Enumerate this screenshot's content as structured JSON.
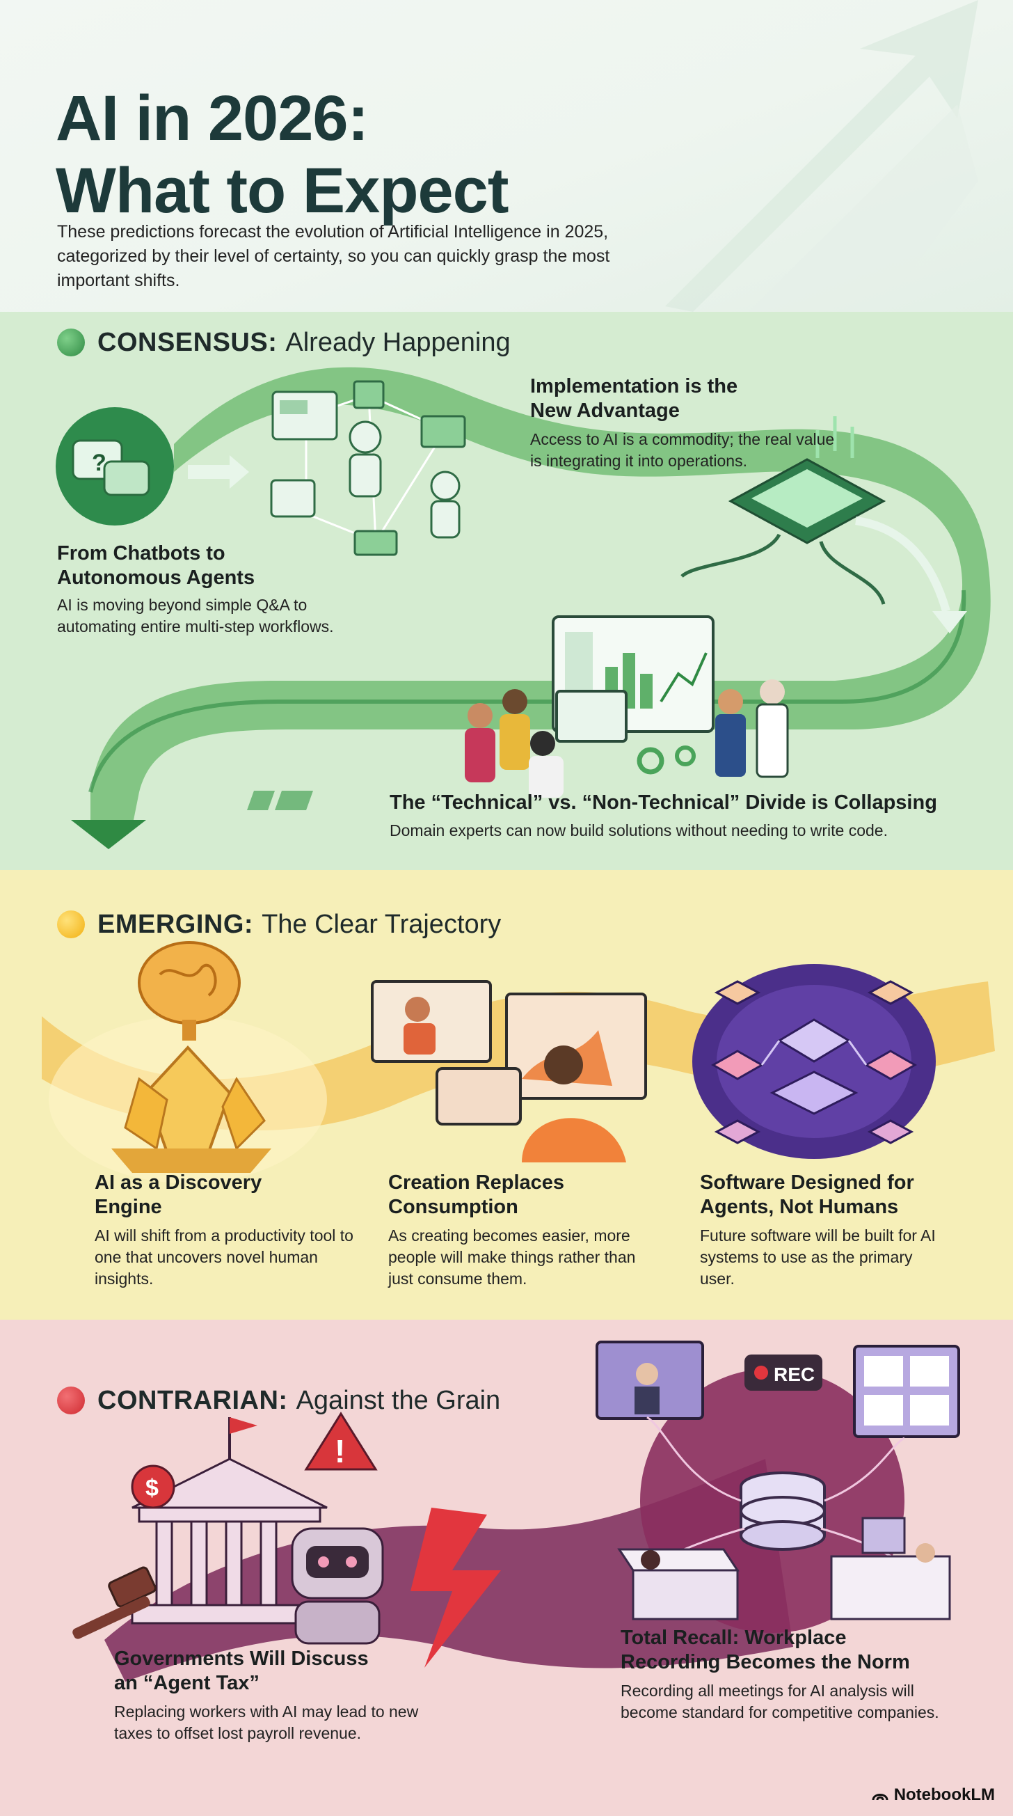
{
  "header": {
    "title_line1": "AI in 2026:",
    "title_line2": "What to Expect",
    "subtitle": "These predictions forecast the evolution of Artificial Intelligence in 2025, categorized by their level of certainty, so you can quickly grasp the most important shifts."
  },
  "sections": {
    "consensus": {
      "label": "CONSENSUS:",
      "tagline": "Already Happening",
      "color": "#3f9b4e",
      "cards": [
        {
          "title": "Implementation is the New Advantage",
          "body": "Access to AI is a commodity; the real value is integrating it into operations."
        },
        {
          "title": "From Chatbots to Autonomous Agents",
          "body": "AI is moving beyond simple Q&A to automating entire multi-step workflows."
        },
        {
          "title": "The “Technical” vs. “Non-Technical” Divide is Collapsing",
          "body": "Domain experts can now build solutions without needing to write code."
        }
      ]
    },
    "emerging": {
      "label": "EMERGING:",
      "tagline": "The Clear Trajectory",
      "color": "#f2c21a",
      "cards": [
        {
          "title": "AI as a Discovery Engine",
          "body": "AI will shift from a productivity tool to one that uncovers novel human insights."
        },
        {
          "title": "Creation Replaces Consumption",
          "body": "As creating becomes easier, more people will make things rather than just consume them."
        },
        {
          "title": "Software Designed for Agents, Not Humans",
          "body": "Future software will be built for AI systems to use as the primary user."
        }
      ]
    },
    "contrarian": {
      "label": "CONTRARIAN:",
      "tagline": "Against the Grain",
      "color": "#d8363b",
      "cards": [
        {
          "title": "Governments Will Discuss an “Agent Tax”",
          "body": "Replacing workers with AI may lead to new taxes to offset lost payroll revenue."
        },
        {
          "title": "Total Recall: Workplace Recording Becomes the Norm",
          "body": "Recording all meetings for AI analysis will become standard for competitive companies."
        }
      ]
    }
  },
  "illustrations": {
    "rec_label": "REC",
    "dollar_sign": "$",
    "warning_mark": "!",
    "question_mark": "?"
  },
  "footer": {
    "brand": "NotebookLM"
  }
}
